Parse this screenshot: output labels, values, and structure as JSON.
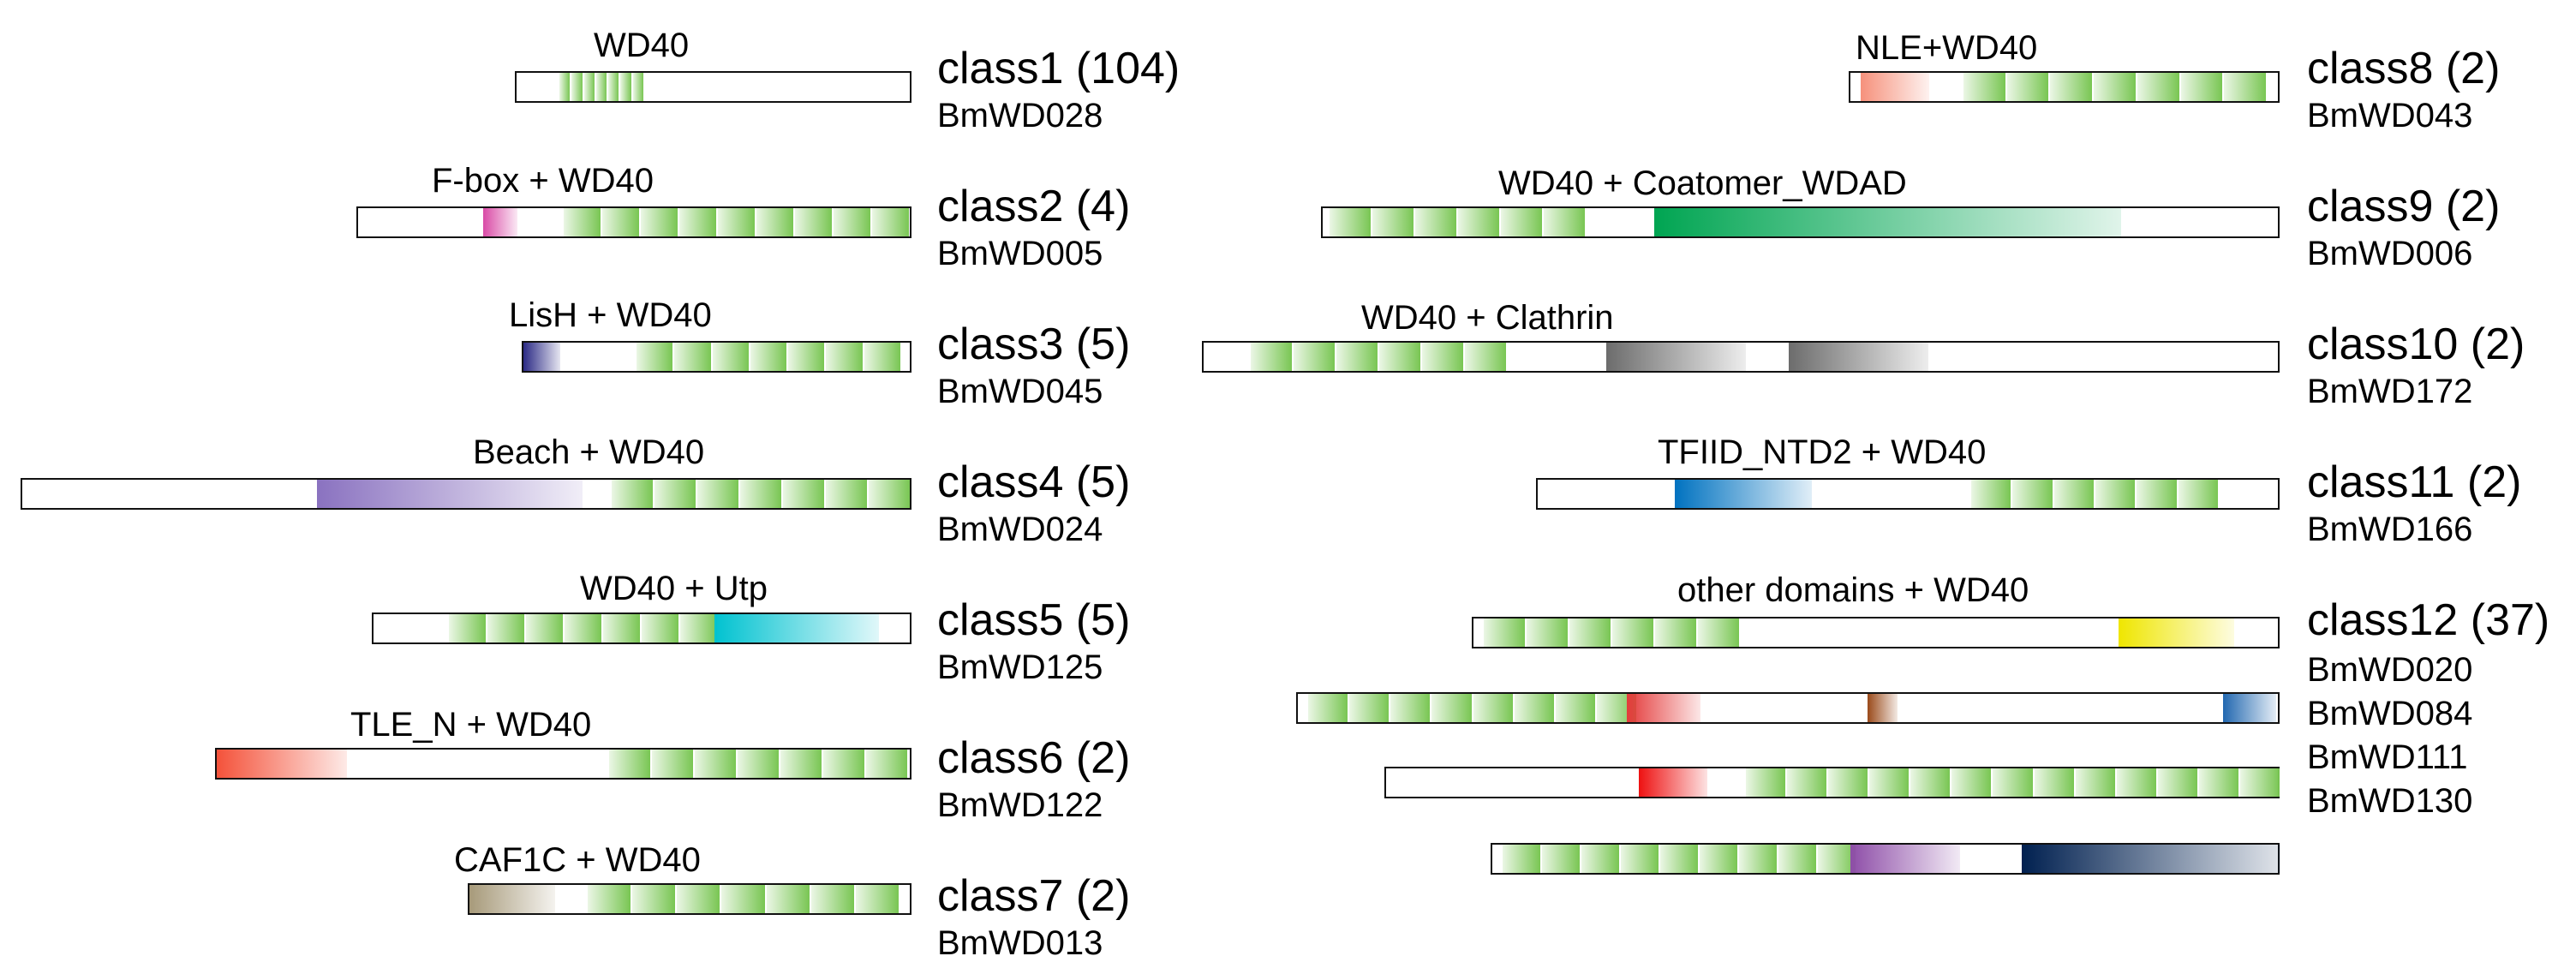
{
  "colors": {
    "wd40": "#79c653",
    "fbox": "#d94aa6",
    "lish": "#2b2a85",
    "beach": "#8a72c0",
    "utp": "#00c2d0",
    "tle_n": "#f4523a",
    "caf1c": "#a79a7a",
    "nle": "#f6917c",
    "coatomer": "#00a552",
    "clathrin": "#6c6c6c",
    "tfiid": "#0072c0",
    "other_yellow": "#efe600",
    "other_red": "#e43b3b",
    "other_brown": "#9a4a1a",
    "other_blue": "#2268b0",
    "other_brightred": "#ee1111",
    "other_purple": "#8e4ea8",
    "other_navy": "#002050"
  },
  "classes": [
    {
      "id": "class1",
      "title": "WD40",
      "name": "class1 (104)",
      "genes": [
        "BmWD028"
      ]
    },
    {
      "id": "class2",
      "title": "F-box + WD40",
      "name": "class2 (4)",
      "genes": [
        "BmWD005"
      ]
    },
    {
      "id": "class3",
      "title": "LisH + WD40",
      "name": "class3 (5)",
      "genes": [
        "BmWD045"
      ]
    },
    {
      "id": "class4",
      "title": "Beach + WD40",
      "name": "class4 (5)",
      "genes": [
        "BmWD024"
      ]
    },
    {
      "id": "class5",
      "title": "WD40 + Utp",
      "name": "class5 (5)",
      "genes": [
        "BmWD125"
      ]
    },
    {
      "id": "class6",
      "title": "TLE_N + WD40",
      "name": "class6 (2)",
      "genes": [
        "BmWD122"
      ]
    },
    {
      "id": "class7",
      "title": "CAF1C + WD40",
      "name": "class7 (2)",
      "genes": [
        "BmWD013"
      ]
    },
    {
      "id": "class8",
      "title": "NLE+WD40",
      "name": "class8 (2)",
      "genes": [
        "BmWD043"
      ]
    },
    {
      "id": "class9",
      "title": "WD40 + Coatomer_WDAD",
      "name": "class9 (2)",
      "genes": [
        "BmWD006"
      ]
    },
    {
      "id": "class10",
      "title": "WD40 + Clathrin",
      "name": "class10 (2)",
      "genes": [
        "BmWD172"
      ]
    },
    {
      "id": "class11",
      "title": "TFIID_NTD2 + WD40",
      "name": "class11 (2)",
      "genes": [
        "BmWD166"
      ]
    },
    {
      "id": "class12",
      "title": "other domains + WD40",
      "name": "class12 (37)",
      "genes": [
        "BmWD020",
        "BmWD084",
        "BmWD111",
        "BmWD130"
      ]
    }
  ]
}
